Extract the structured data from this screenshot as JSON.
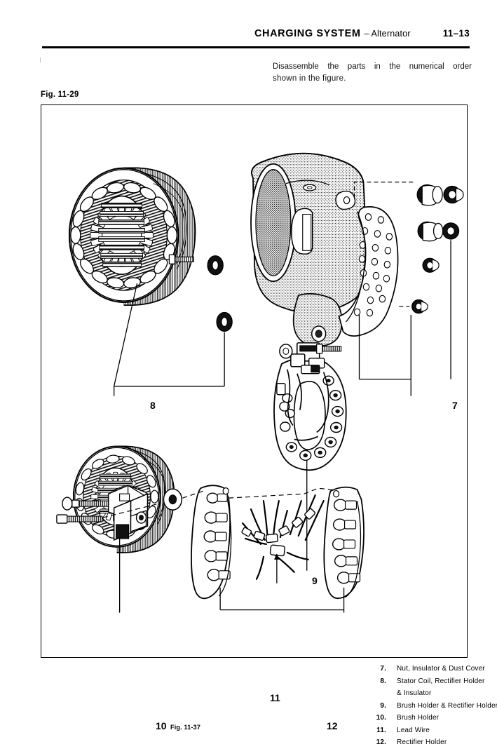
{
  "header": {
    "title": "CHARGING SYSTEM",
    "separator": "–",
    "subtitle": "Alternator",
    "page_number": "11–13"
  },
  "intro": {
    "line1": "Disassemble the parts in the numerical order",
    "line2": "shown in the figure."
  },
  "figure": {
    "label": "Fig. 11-29",
    "sub_label": "Fig. 11-37",
    "callouts": {
      "c7": "7",
      "c8": "8",
      "c9": "9",
      "c10": "10",
      "c11": "11",
      "c12": "12"
    },
    "illustrations": [
      {
        "name": "stator-coil-assembly",
        "caption_ref": "8"
      },
      {
        "name": "rear-housing-with-dust-cover",
        "caption_ref": "7"
      },
      {
        "name": "stator-coil",
        "caption_ref": "8"
      },
      {
        "name": "brush-holder-rectifier-holder",
        "caption_ref": "9"
      },
      {
        "name": "brush-holder-exploded",
        "caption_ref": "10"
      },
      {
        "name": "lead-wire-harness",
        "caption_ref": "11"
      },
      {
        "name": "rectifier-holder-plate",
        "caption_ref": "12"
      }
    ]
  },
  "legend": {
    "items": [
      {
        "number": "7.",
        "text": "Nut, Insulator & Dust Cover"
      },
      {
        "number": "8.",
        "text": "Stator Coil, Rectifier Holder",
        "continuation": "& Insulator"
      },
      {
        "number": "9.",
        "text": "Brush Holder & Rectifier Holder"
      },
      {
        "number": "10.",
        "text": "Brush Holder"
      },
      {
        "number": "11.",
        "text": "Lead Wire"
      },
      {
        "number": "12.",
        "text": "Rectifier Holder"
      }
    ]
  },
  "colors": {
    "ink": "#000000",
    "paper": "#ffffff",
    "rule": "#000000",
    "shade_light": "#d8d8d8",
    "shade_mid": "#9a9a9a",
    "shade_dark": "#4a4a4a"
  }
}
